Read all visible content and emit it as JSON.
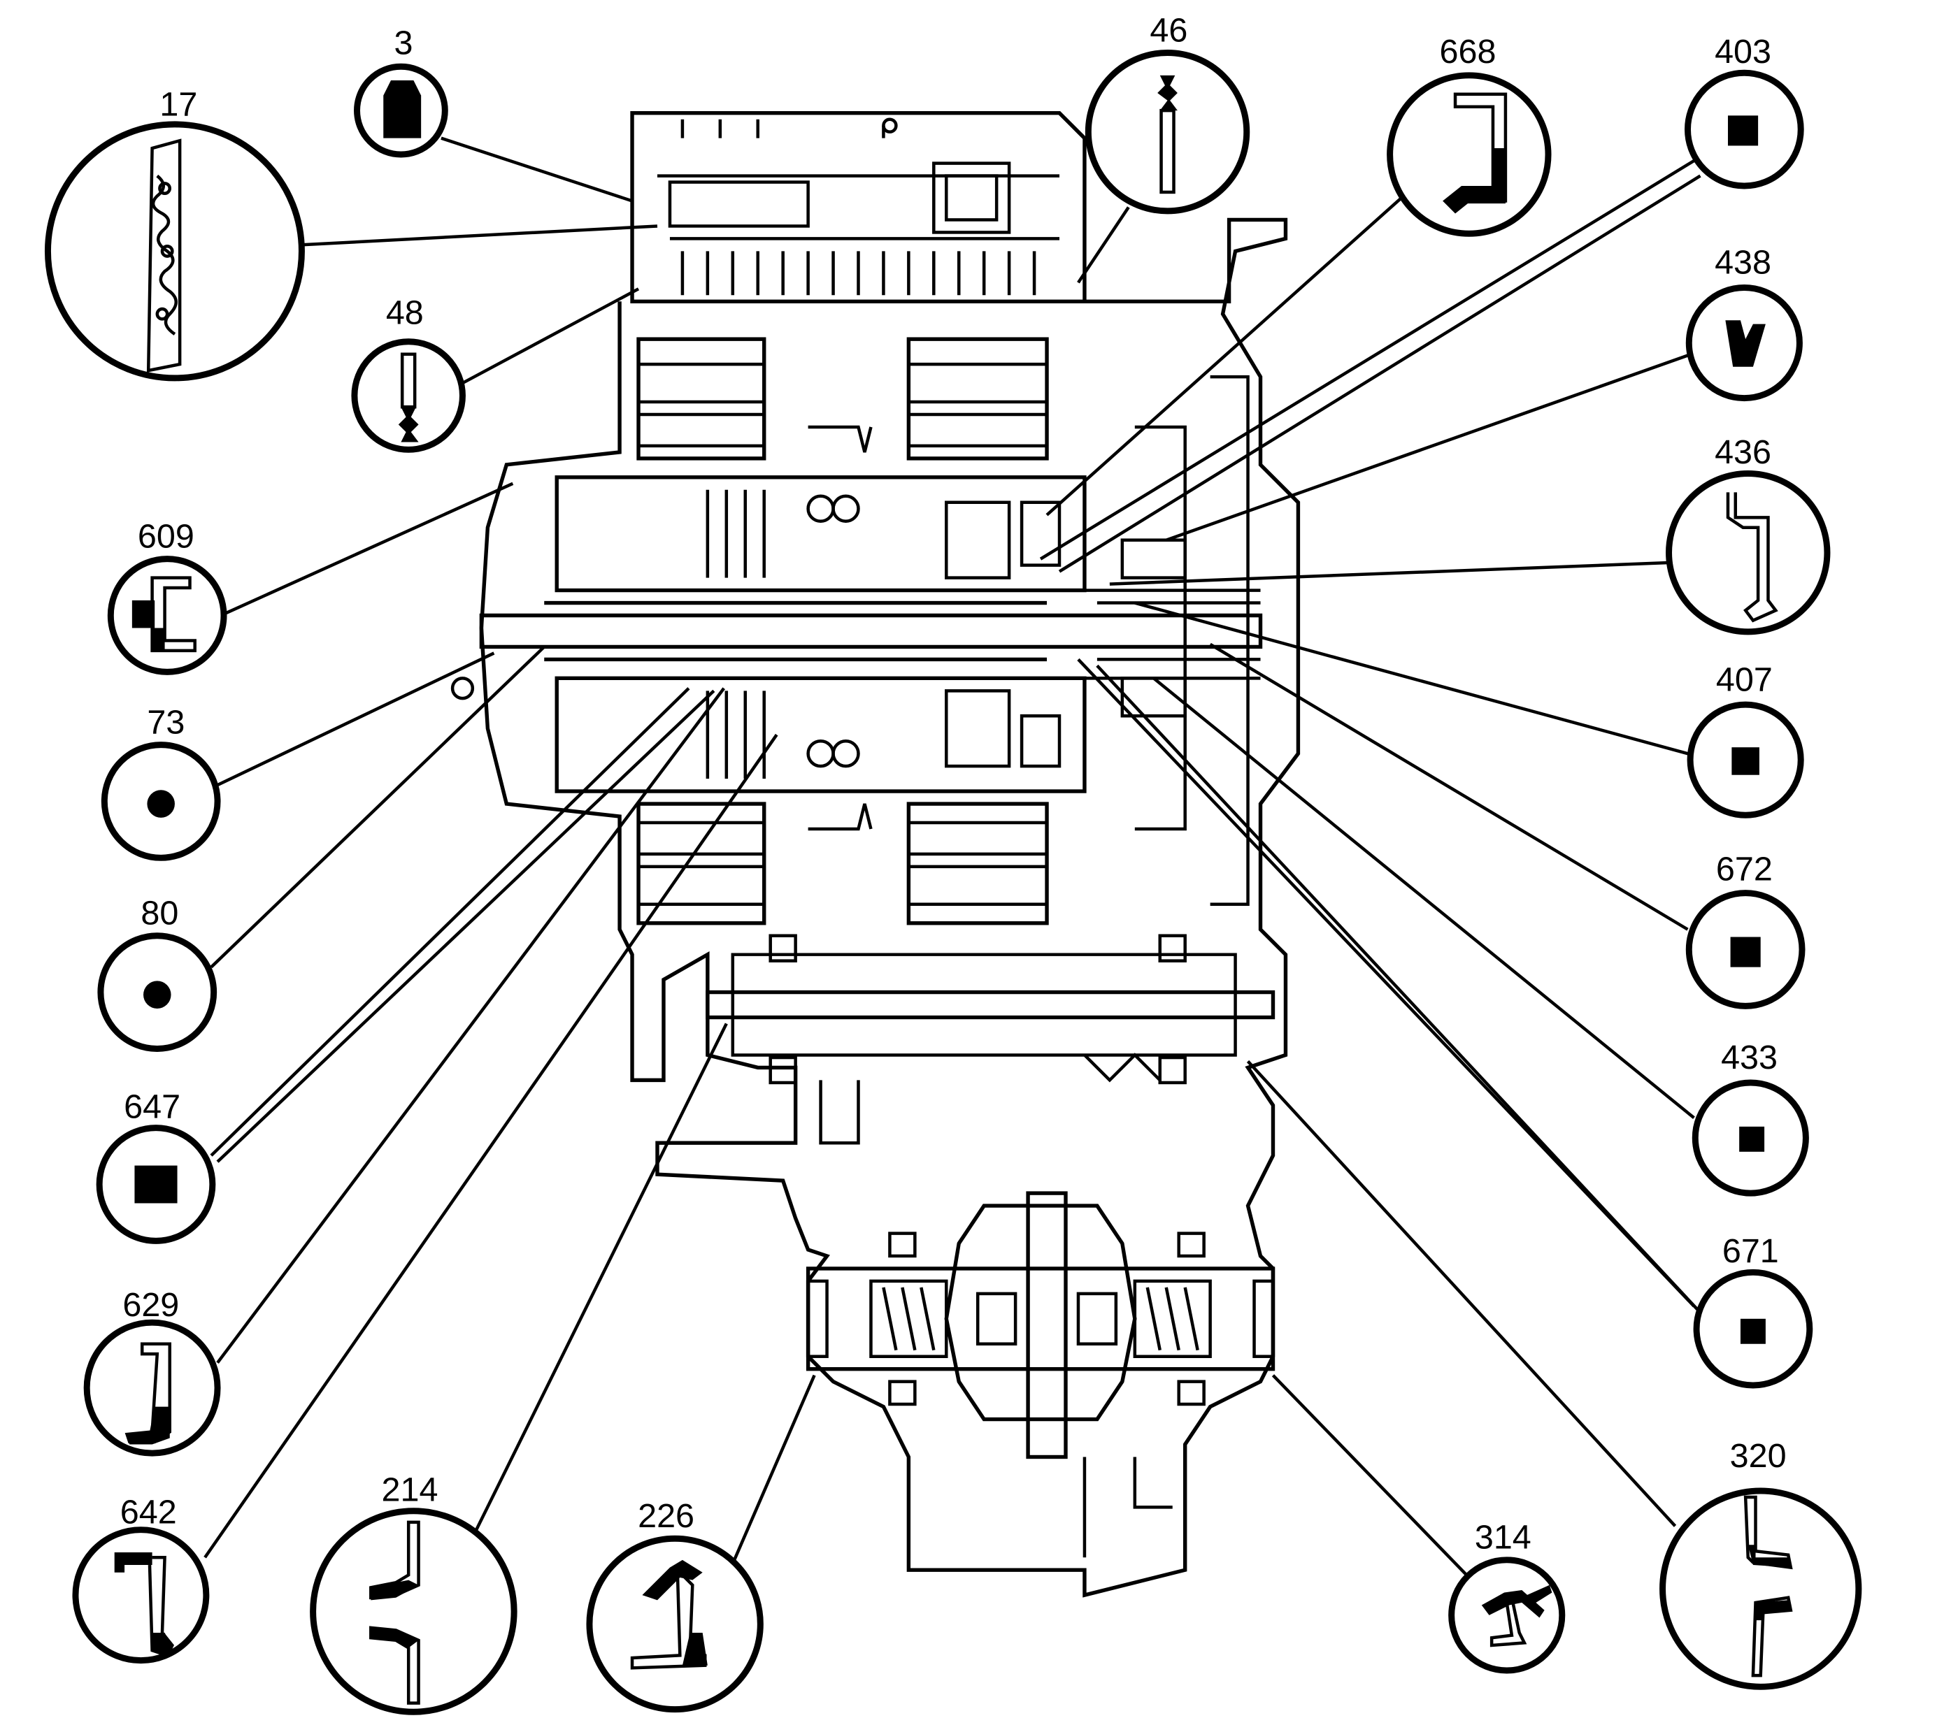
{
  "callouts": [
    {
      "id": "17",
      "label": "17",
      "icon": "valve-body-detail-icon"
    },
    {
      "id": "3",
      "label": "3",
      "icon": "plug-icon"
    },
    {
      "id": "46",
      "label": "46",
      "icon": "pin-icon"
    },
    {
      "id": "668",
      "label": "668",
      "icon": "seal-section-icon"
    },
    {
      "id": "403",
      "label": "403",
      "icon": "square-seal-icon"
    },
    {
      "id": "48",
      "label": "48",
      "icon": "pin-icon"
    },
    {
      "id": "438",
      "label": "438",
      "icon": "wedge-seal-icon"
    },
    {
      "id": "436",
      "label": "436",
      "icon": "seal-section-icon"
    },
    {
      "id": "609",
      "label": "609",
      "icon": "seal-section-icon"
    },
    {
      "id": "407",
      "label": "407",
      "icon": "square-seal-icon"
    },
    {
      "id": "73",
      "label": "73",
      "icon": "o-ring-icon"
    },
    {
      "id": "672",
      "label": "672",
      "icon": "square-seal-icon"
    },
    {
      "id": "80",
      "label": "80",
      "icon": "o-ring-icon"
    },
    {
      "id": "433",
      "label": "433",
      "icon": "square-seal-icon"
    },
    {
      "id": "647",
      "label": "647",
      "icon": "square-seal-icon"
    },
    {
      "id": "671",
      "label": "671",
      "icon": "square-seal-icon"
    },
    {
      "id": "629",
      "label": "629",
      "icon": "seal-section-icon"
    },
    {
      "id": "320",
      "label": "320",
      "icon": "seal-section-icon"
    },
    {
      "id": "642",
      "label": "642",
      "icon": "seal-section-icon"
    },
    {
      "id": "214",
      "label": "214",
      "icon": "seal-section-icon"
    },
    {
      "id": "226",
      "label": "226",
      "icon": "seal-section-icon"
    },
    {
      "id": "314",
      "label": "314",
      "icon": "seal-section-icon"
    }
  ]
}
